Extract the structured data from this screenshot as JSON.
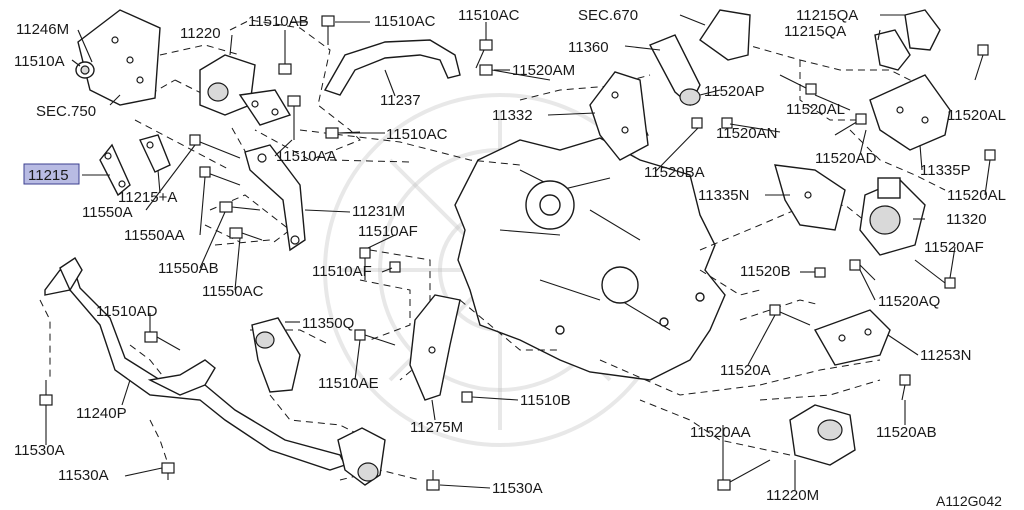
{
  "diagram": {
    "code": "A112G042",
    "highlight_color": "#b8bbe3",
    "labels": [
      {
        "id": "l-11246m",
        "text": "11246M"
      },
      {
        "id": "l-11510a-1",
        "text": "11510A"
      },
      {
        "id": "l-sec750",
        "text": "SEC.750"
      },
      {
        "id": "l-11220",
        "text": "11220"
      },
      {
        "id": "l-11510ab",
        "text": "11510AB"
      },
      {
        "id": "l-11510ac-1",
        "text": "11510AC"
      },
      {
        "id": "l-11510ac-2",
        "text": "11510AC"
      },
      {
        "id": "l-sec670",
        "text": "SEC.670"
      },
      {
        "id": "l-11215qa-1",
        "text": "11215QA"
      },
      {
        "id": "l-11215qa-2",
        "text": "11215QA"
      },
      {
        "id": "l-11360",
        "text": "11360"
      },
      {
        "id": "l-11520am",
        "text": "11520AM"
      },
      {
        "id": "l-11237",
        "text": "11237"
      },
      {
        "id": "l-11520ap",
        "text": "11520AP"
      },
      {
        "id": "l-11332",
        "text": "11332"
      },
      {
        "id": "l-11520al-1",
        "text": "11520AL"
      },
      {
        "id": "l-11520al-2",
        "text": "11520AL"
      },
      {
        "id": "l-11510ac-3",
        "text": "11510AC"
      },
      {
        "id": "l-11520an",
        "text": "11520AN"
      },
      {
        "id": "l-11215",
        "text": "11215"
      },
      {
        "id": "l-11510aa",
        "text": "11510AA"
      },
      {
        "id": "l-11520ad",
        "text": "11520AD"
      },
      {
        "id": "l-11335p",
        "text": "11335P"
      },
      {
        "id": "l-11520ba",
        "text": "11520BA"
      },
      {
        "id": "l-11215a",
        "text": "11215+A"
      },
      {
        "id": "l-11520al-3",
        "text": "11520AL"
      },
      {
        "id": "l-11550a",
        "text": "11550A"
      },
      {
        "id": "l-11335n",
        "text": "11335N"
      },
      {
        "id": "l-11231m",
        "text": "11231M"
      },
      {
        "id": "l-11320",
        "text": "11320"
      },
      {
        "id": "l-11550aa",
        "text": "11550AA"
      },
      {
        "id": "l-11510af-1",
        "text": "11510AF"
      },
      {
        "id": "l-11520af",
        "text": "11520AF"
      },
      {
        "id": "l-11550ab",
        "text": "11550AB"
      },
      {
        "id": "l-11510af-2",
        "text": "11510AF"
      },
      {
        "id": "l-11520b",
        "text": "11520B"
      },
      {
        "id": "l-11550ac",
        "text": "11550AC"
      },
      {
        "id": "l-11520aq",
        "text": "11520AQ"
      },
      {
        "id": "l-11510ad",
        "text": "11510AD"
      },
      {
        "id": "l-11350q",
        "text": "11350Q"
      },
      {
        "id": "l-11253n",
        "text": "11253N"
      },
      {
        "id": "l-11520a",
        "text": "11520A"
      },
      {
        "id": "l-11510ae",
        "text": "11510AE"
      },
      {
        "id": "l-11510b",
        "text": "11510B"
      },
      {
        "id": "l-11240p",
        "text": "11240P"
      },
      {
        "id": "l-11530a-1",
        "text": "11530A"
      },
      {
        "id": "l-11520aa",
        "text": "11520AA"
      },
      {
        "id": "l-11520ab",
        "text": "11520AB"
      },
      {
        "id": "l-11275m",
        "text": "11275M"
      },
      {
        "id": "l-11530a-2",
        "text": "11530A"
      },
      {
        "id": "l-11530a-3",
        "text": "11530A"
      },
      {
        "id": "l-11220m",
        "text": "11220M"
      }
    ]
  }
}
